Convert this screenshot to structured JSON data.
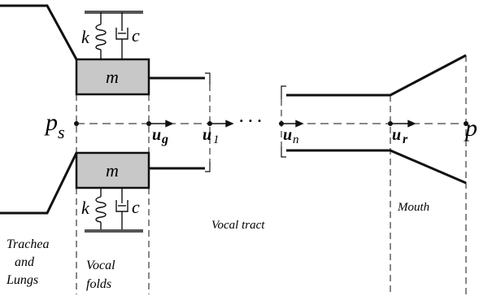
{
  "diagram": {
    "symbols": {
      "mass_top": "m",
      "mass_bottom": "m",
      "spring_top": "k",
      "damper_top": "c",
      "spring_bottom": "k",
      "damper_bottom": "c",
      "ps_main": "p",
      "ps_sub": "s",
      "pr_main": "p",
      "ug_main": "u",
      "ug_sub": "g",
      "u1_main": "u",
      "u1_sub": "1",
      "un_main": "u",
      "un_sub": "n",
      "ur_main": "u",
      "ur_sub": "r",
      "dots": "· · ·"
    },
    "region_labels": {
      "trachea_line1": "Trachea",
      "trachea_line2": "and",
      "trachea_line3": "Lungs",
      "vocal_folds_line1": "Vocal",
      "vocal_folds_line2": "folds",
      "vocal_tract": "Vocal tract",
      "mouth": "Mouth"
    },
    "colors": {
      "mass_fill": "#c8c8c8",
      "stroke": "#111111",
      "ground_plate": "#555555"
    }
  }
}
